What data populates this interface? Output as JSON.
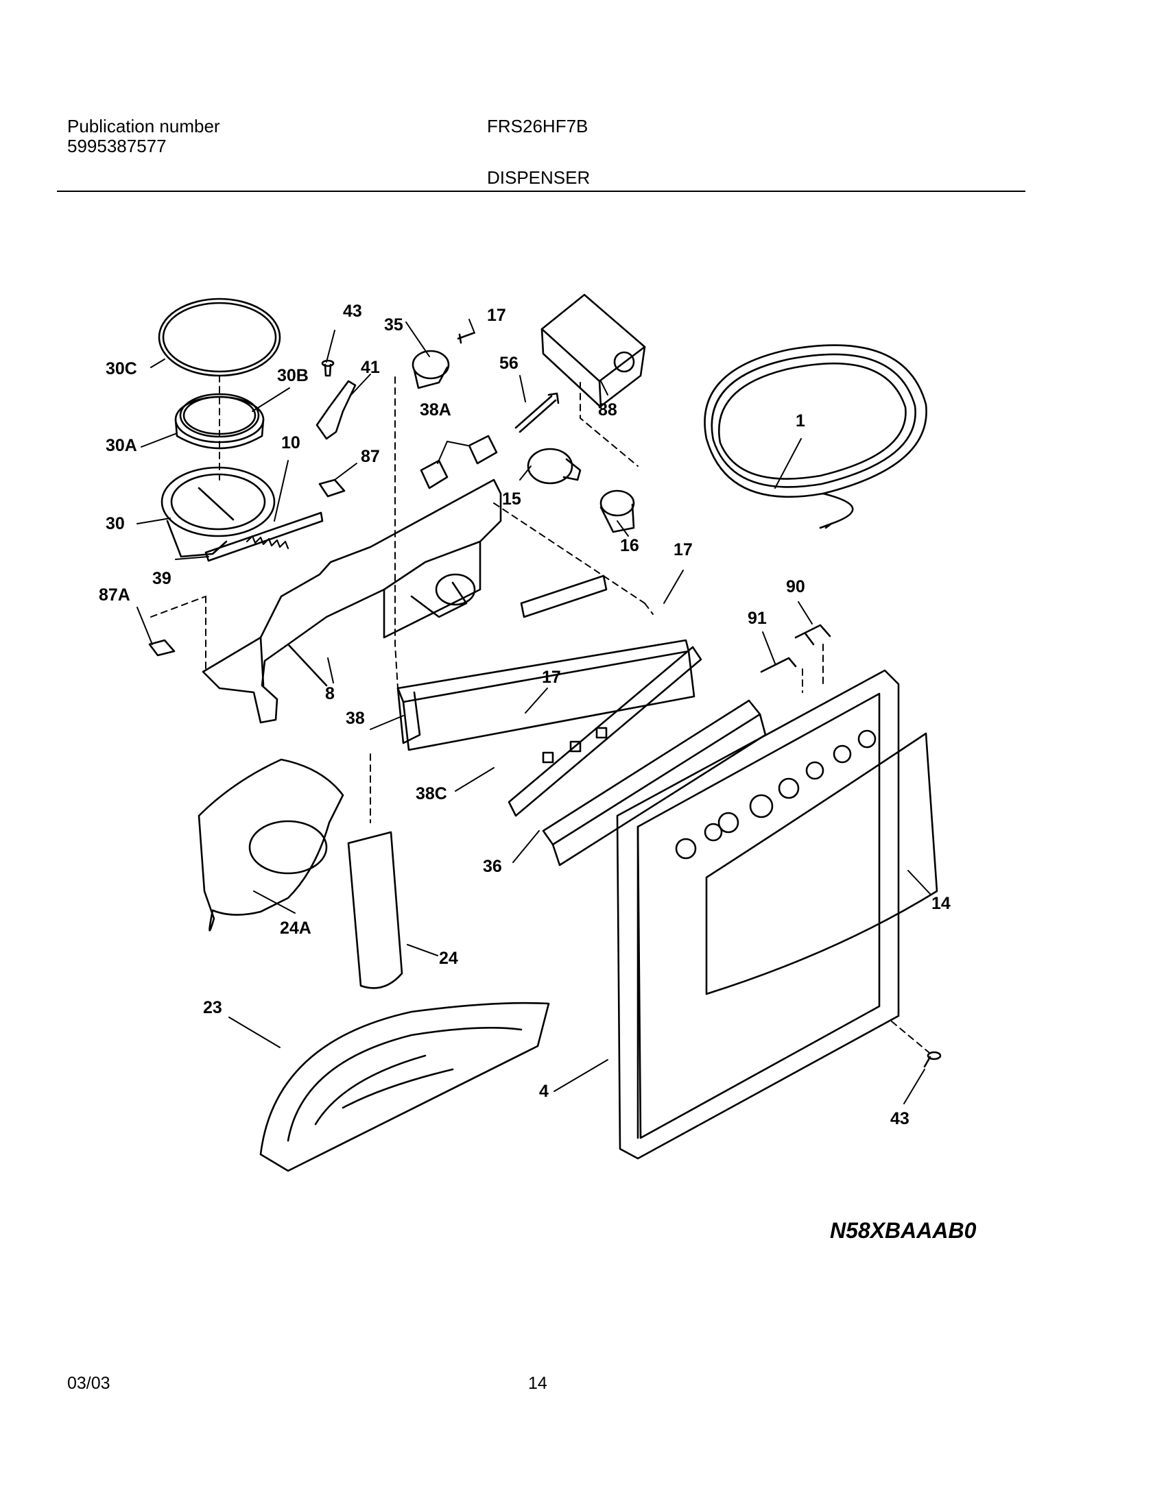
{
  "header": {
    "publication_label": "Publication number",
    "publication_number": "5995387577",
    "model": "FRS26HF7B",
    "section": "DISPENSER"
  },
  "diagram": {
    "callouts": [
      "30C",
      "43",
      "35",
      "17",
      "30B",
      "41",
      "56",
      "88",
      "30A",
      "38A",
      "1",
      "10",
      "87",
      "15",
      "30",
      "16",
      "17",
      "39",
      "87A",
      "90",
      "91",
      "8",
      "17",
      "38",
      "38C",
      "36",
      "14",
      "24A",
      "24",
      "23",
      "4",
      "43"
    ],
    "drawing_code": "N58XBAAAB0"
  },
  "footer": {
    "date": "03/03",
    "page": "14"
  }
}
